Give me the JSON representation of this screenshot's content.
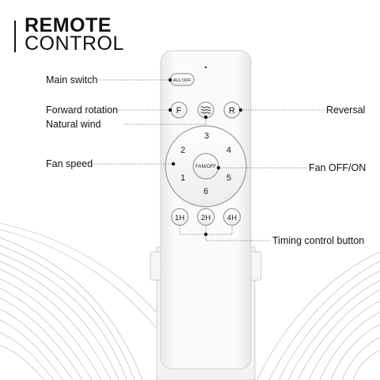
{
  "title": {
    "line1": "REMOTE",
    "line2": "CONTROL"
  },
  "callouts": {
    "main_switch": "Main switch",
    "forward_rotation": "Forward rotation",
    "natural_wind": "Natural wind",
    "fan_speed": "Fan speed",
    "reversal": "Reversal",
    "fan_off_on": "Fan OFF/ON",
    "timing_control": "Timing control button"
  },
  "remote": {
    "all_off": "ALL OFF",
    "forward": "F",
    "reverse": "R",
    "wind_icon": "wave-icon",
    "fan_off_on": "FAN/OFF",
    "speeds": [
      "1",
      "2",
      "3",
      "4",
      "5",
      "6"
    ],
    "timers": [
      "1H",
      "2H",
      "4H"
    ]
  },
  "colors": {
    "body": "#ffffff",
    "button": "#f5f5f5",
    "text": "#111111"
  }
}
